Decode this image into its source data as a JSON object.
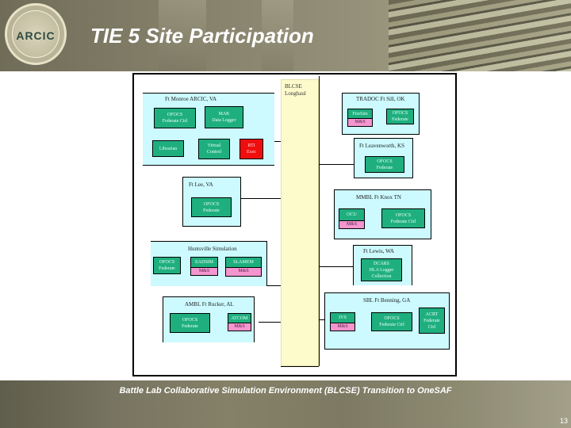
{
  "header": {
    "title": "TIE 5 Site Participation",
    "logo_text": "ARCIC"
  },
  "footer": {
    "caption": "Battle Lab Collaborative Simulation Environment (BLCSE) Transition to OneSAF",
    "page_number": "13"
  },
  "diagram": {
    "bus": {
      "line1": "BLCSE",
      "line2": "Longhaul"
    },
    "sites": [
      {
        "id": "monroe",
        "title": "Ft Monroe ARCIC, VA",
        "systems": [
          {
            "label1": "OFOCS",
            "label2": "Federate Ctrl",
            "color": "#1faf7f"
          },
          {
            "label1": "MAK",
            "label2": "Data Logger",
            "color": "#1faf7f"
          },
          {
            "label1": "Librarian",
            "label2": "",
            "color": "#1faf7f"
          },
          {
            "label1": "Virtual",
            "label2": "Control",
            "color": "#1faf7f"
          },
          {
            "label1": "RTI",
            "label2": "Exec",
            "color": "#f00d0d"
          }
        ]
      },
      {
        "id": "sill",
        "title": "TRADOC Ft Sill, OK",
        "systems": [
          {
            "label1": "FireSim",
            "label2": "",
            "color": "#1faf7f",
            "sub": "M&S"
          },
          {
            "label1": "OFOCS",
            "label2": "Federate",
            "color": "#1faf7f"
          }
        ]
      },
      {
        "id": "leavenworth",
        "title": "Ft Leavenworth, KS",
        "systems": [
          {
            "label1": "OFOCS",
            "label2": "Federate",
            "color": "#1faf7f"
          }
        ]
      },
      {
        "id": "lee",
        "title": "Ft Lee, VA",
        "systems": [
          {
            "label1": "OFOCS",
            "label2": "Federate",
            "color": "#1faf7f"
          }
        ]
      },
      {
        "id": "knox",
        "title": "MMBL Ft Knox TN",
        "systems": [
          {
            "label1": "OCU",
            "label2": "",
            "color": "#1faf7f",
            "sub": "M&S"
          },
          {
            "label1": "OFOCS",
            "label2": "Federate Ctrl",
            "color": "#1faf7f"
          }
        ]
      },
      {
        "id": "huntsville",
        "title": "Huntsville Simulation",
        "systems": [
          {
            "label1": "OFOCS",
            "label2": "Federate",
            "color": "#1faf7f"
          },
          {
            "label1": "EADSIM",
            "label2": "",
            "color": "#1faf7f",
            "sub": "M&S"
          },
          {
            "label1": "SLAMEM",
            "label2": "",
            "color": "#1faf7f",
            "sub": "M&S"
          }
        ]
      },
      {
        "id": "lewis",
        "title": "Ft Lewis, WA",
        "systems": [
          {
            "label1": "DCARS",
            "label2": "HLA Logger",
            "label3": "Collection",
            "color": "#1faf7f"
          }
        ]
      },
      {
        "id": "rucker",
        "title": "AMBL Ft Rucker, AL",
        "systems": [
          {
            "label1": "OFOCS",
            "label2": "Federate",
            "color": "#1faf7f"
          },
          {
            "label1": "ATCOM",
            "label2": "",
            "color": "#1faf7f",
            "sub": "M&S"
          }
        ]
      },
      {
        "id": "benning",
        "title": "SBL Ft Benning, GA",
        "systems": [
          {
            "label1": "IVS",
            "label2": "",
            "color": "#1faf7f",
            "sub": "M&S"
          },
          {
            "label1": "OFOCS",
            "label2": "Federate Ctrl",
            "color": "#1faf7f"
          },
          {
            "label1": "ACRT",
            "label2": "Federate",
            "label3": "Ctrl",
            "color": "#1faf7f"
          }
        ]
      }
    ]
  }
}
